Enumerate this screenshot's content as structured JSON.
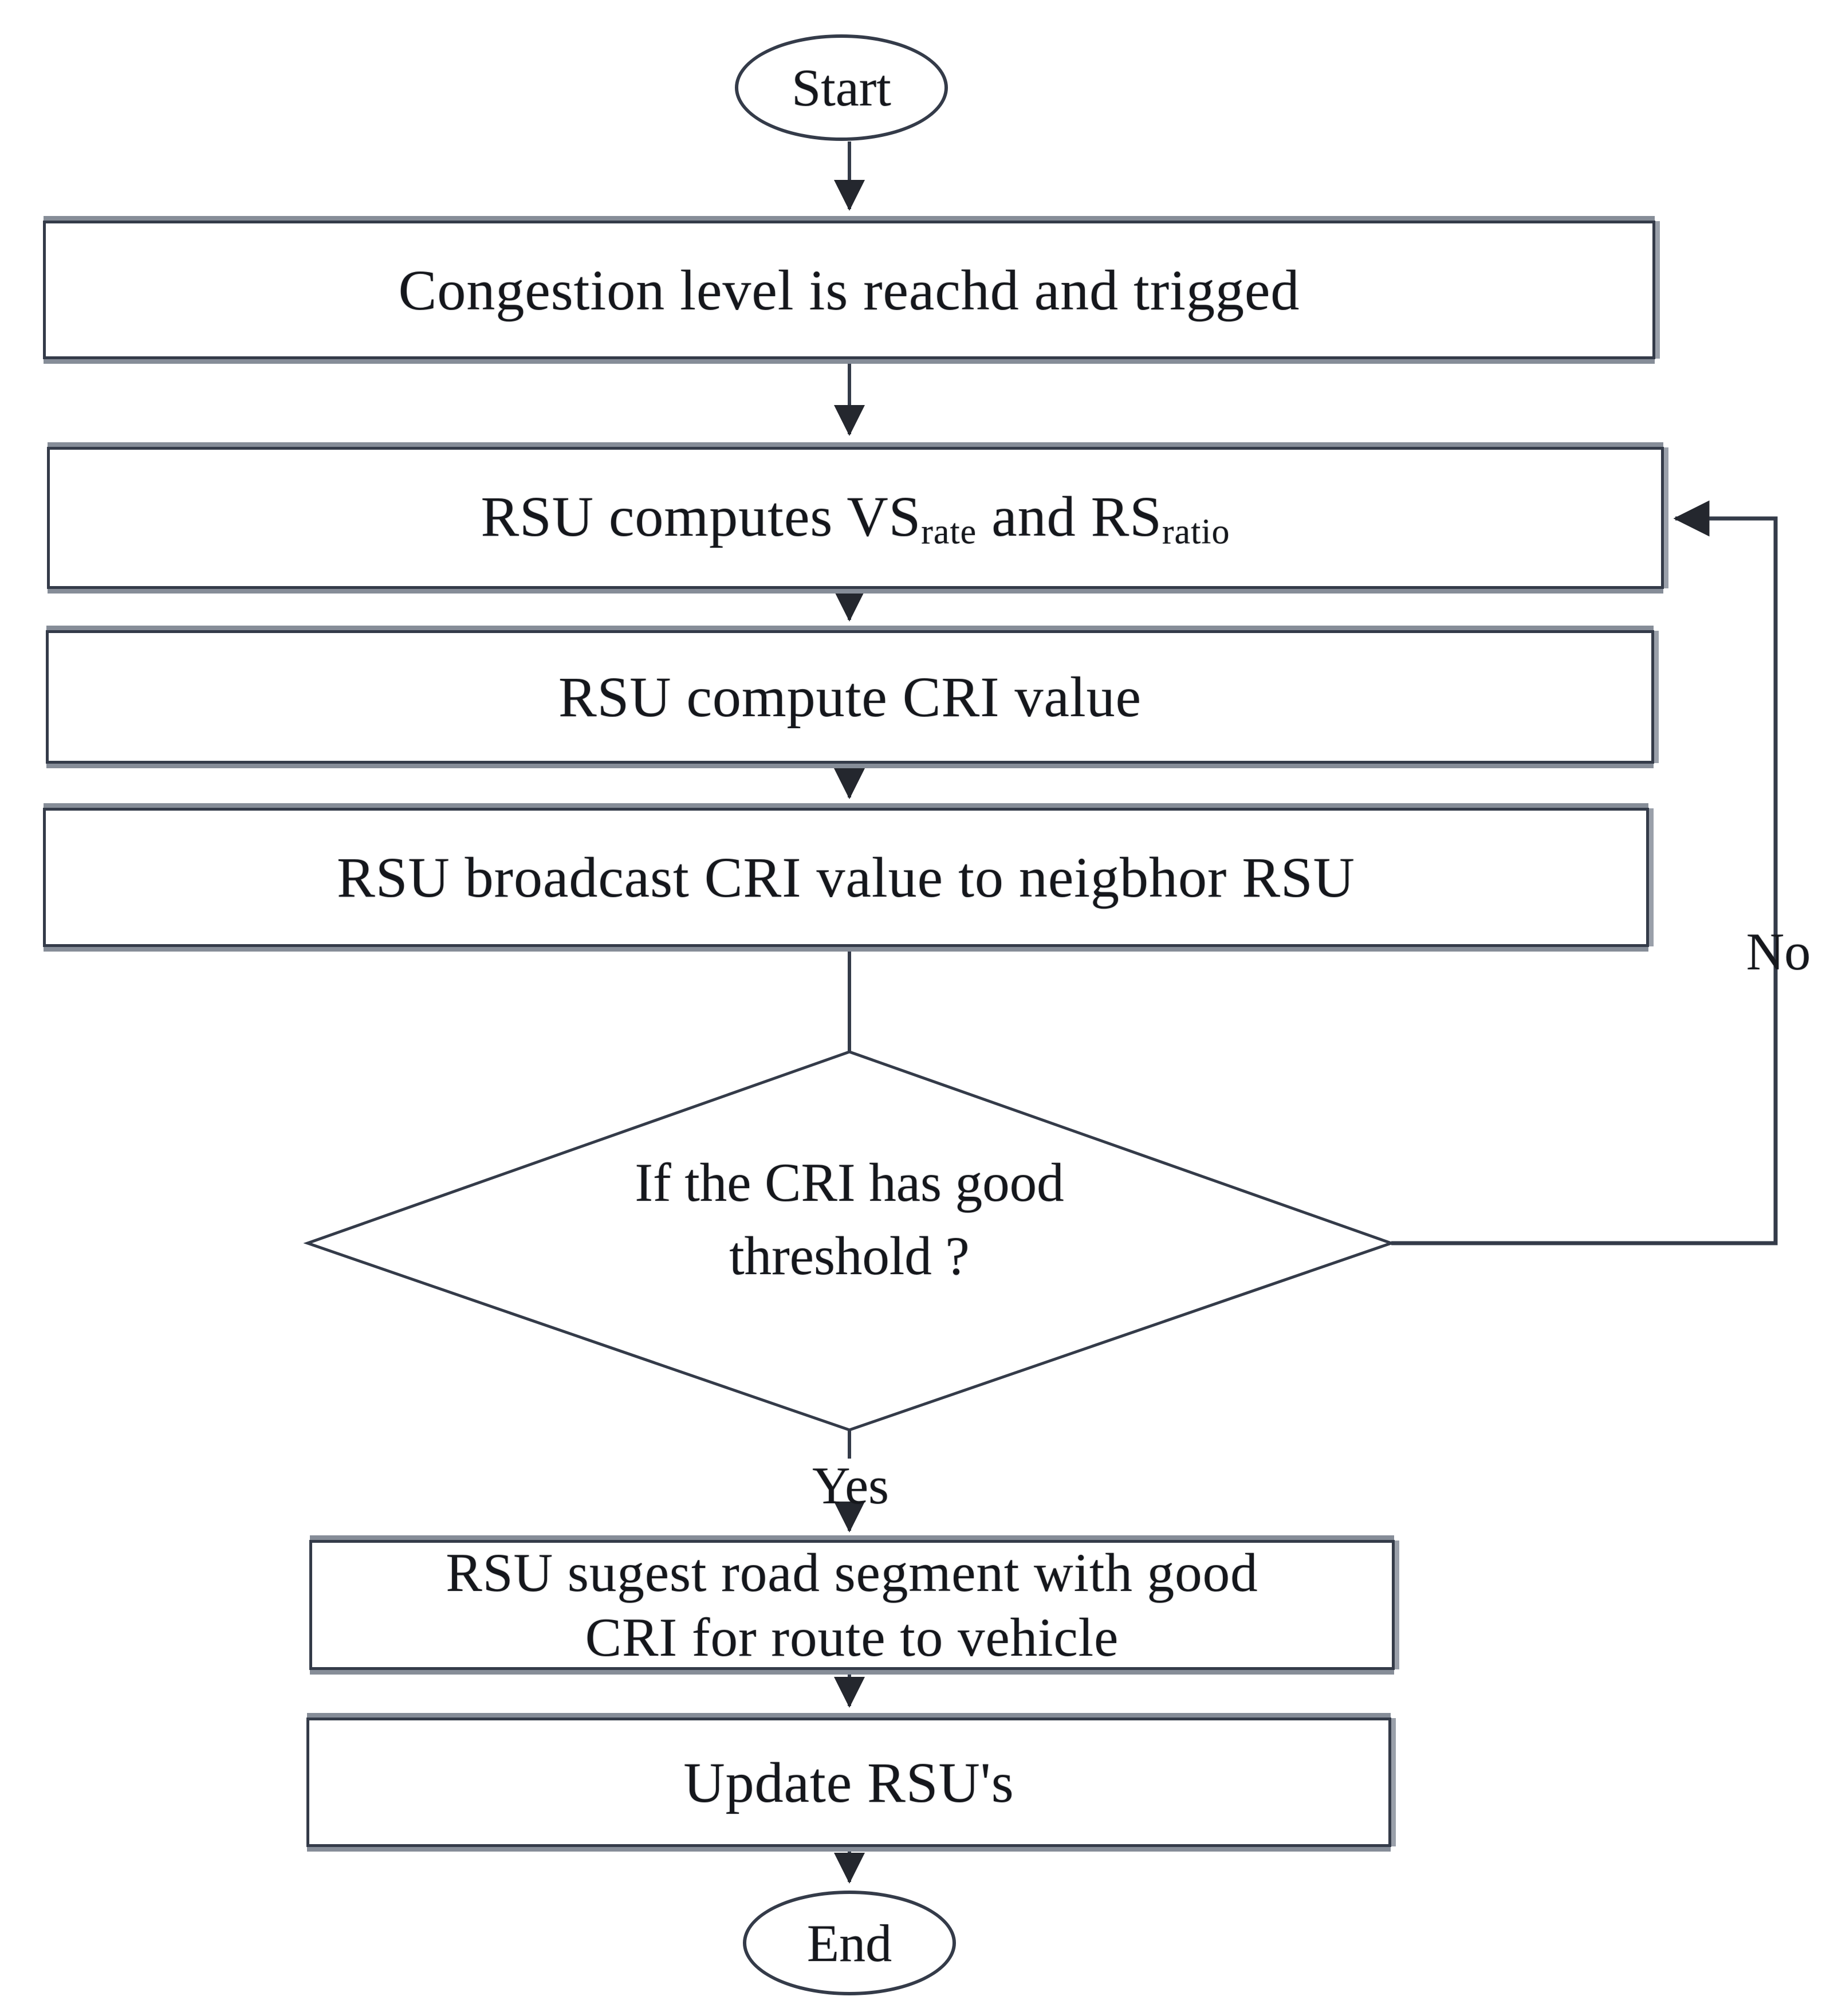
{
  "diagram": {
    "type": "flowchart",
    "background": "#ffffff",
    "line_color": "#343b49",
    "text_color": "#15171c",
    "nodes": {
      "start": "Start",
      "congestion": "Congestion level is reachd and trigged",
      "compute_rates": {
        "pre": "RSU computes  VS",
        "sub1": "rate",
        "mid": " and RS",
        "sub2": "ratio"
      },
      "compute_cri": "RSU compute CRI value",
      "broadcast": "RSU broadcast CRI value to neigbhor RSU",
      "decision": {
        "line1": "If the CRI has good",
        "line2": "threshold ?"
      },
      "suggest": {
        "line1": "RSU sugest road segment with good",
        "line2": "CRI  for route to vehicle"
      },
      "update": "Update RSU's",
      "end": "End"
    },
    "labels": {
      "yes": "Yes",
      "no": "No"
    }
  }
}
